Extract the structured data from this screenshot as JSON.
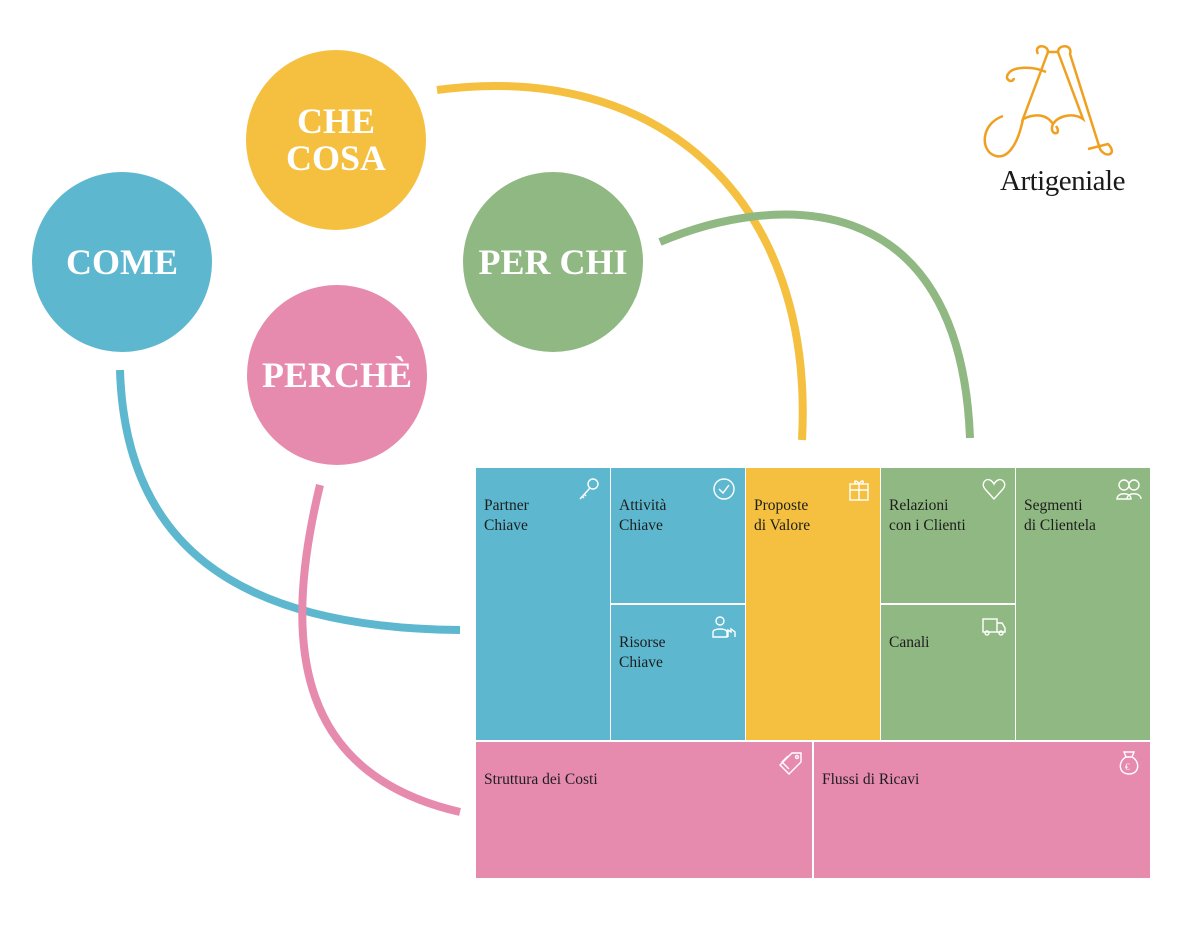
{
  "colors": {
    "blue": "#5db8cf",
    "yellow": "#f5c040",
    "green": "#90b882",
    "pink": "#e68aae"
  },
  "circles": {
    "che_cosa": "CHE\nCOSA",
    "come": "COME",
    "per_chi": "PER CHI",
    "perche": "PERCHÈ"
  },
  "logo": {
    "name": "Artigeniale"
  },
  "canvas": {
    "partner": "Partner\nChiave",
    "attivita": "Attività\nChiave",
    "risorse": "Risorse\nChiave",
    "proposte": "Proposte\ndi Valore",
    "relazioni": "Relazioni\ncon i Clienti",
    "canali": "Canali",
    "segmenti": "Segmenti\ndi Clientela",
    "costi": "Struttura dei Costi",
    "ricavi": "Flussi di Ricavi"
  }
}
